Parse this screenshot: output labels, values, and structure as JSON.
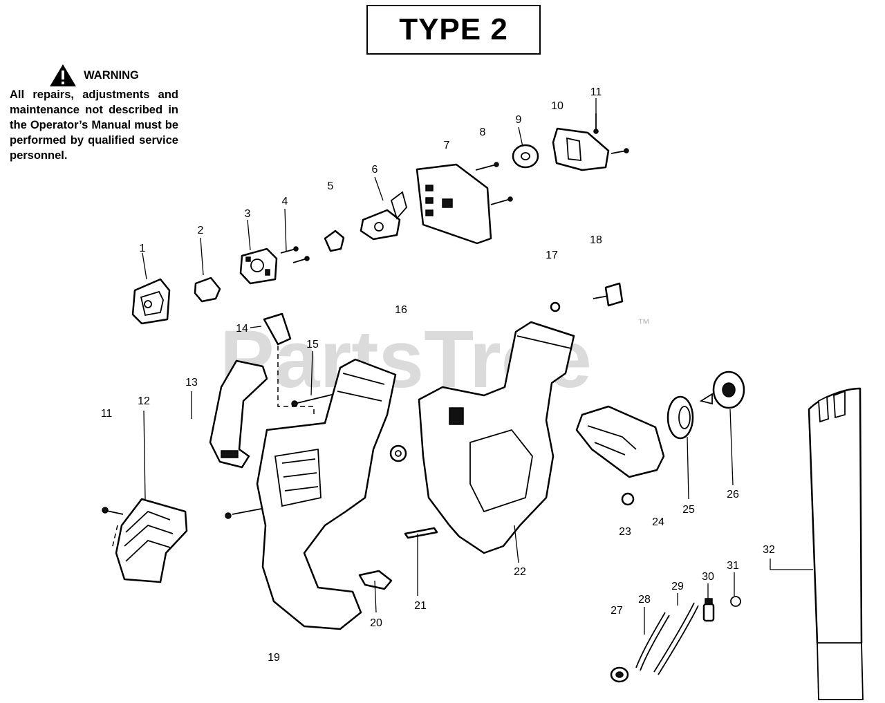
{
  "title": "TYPE 2",
  "warning": {
    "heading": "WARNING",
    "body": "All repairs, adjustments and maintenance not described in the Operator’s Manual must be performed by qualified service personnel."
  },
  "watermark": {
    "text": "PartsTree",
    "mark": "™"
  },
  "callouts": {
    "c1": "1",
    "c2": "2",
    "c3": "3",
    "c4": "4",
    "c5": "5",
    "c6": "6",
    "c7": "7",
    "c8": "8",
    "c9": "9",
    "c10": "10",
    "c11a": "11",
    "c11b": "11",
    "c12": "12",
    "c13": "13",
    "c14": "14",
    "c15": "15",
    "c16": "16",
    "c17": "17",
    "c18": "18",
    "c19": "19",
    "c20": "20",
    "c21": "21",
    "c22": "22",
    "c23": "23",
    "c24": "24",
    "c25": "25",
    "c26": "26",
    "c27": "27",
    "c28": "28",
    "c29": "29",
    "c30": "30",
    "c31": "31",
    "c32": "32"
  }
}
